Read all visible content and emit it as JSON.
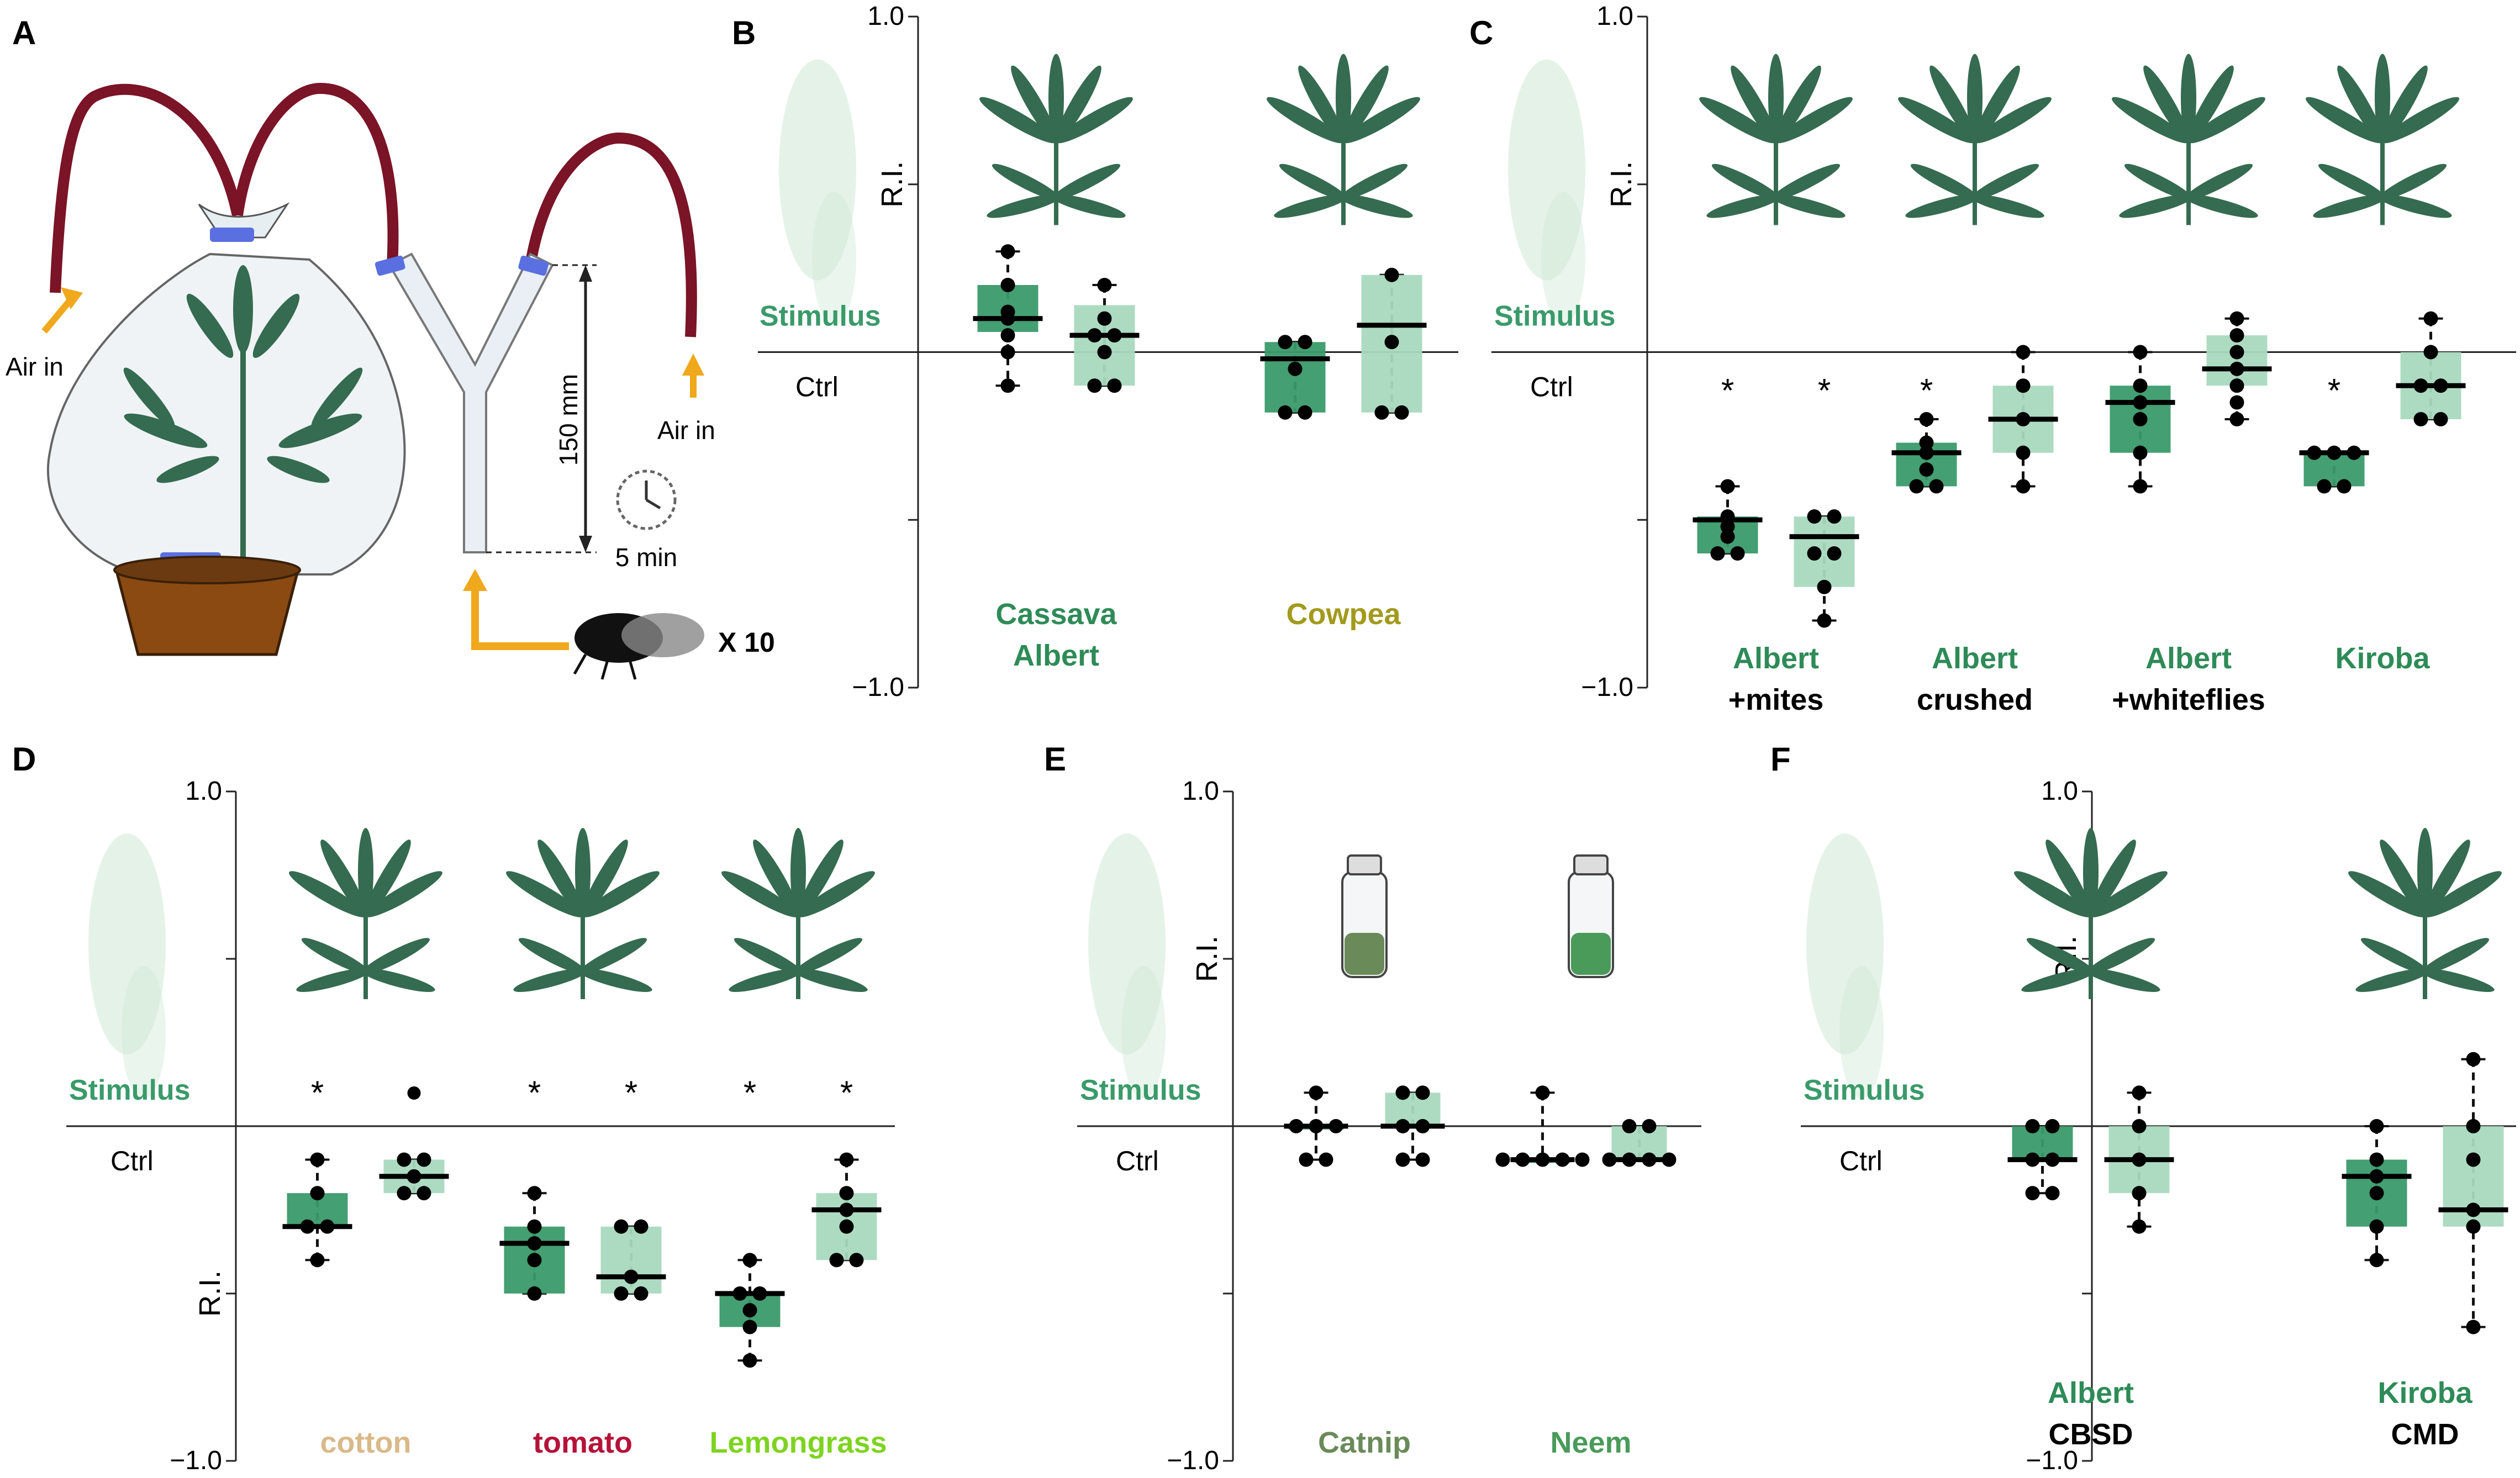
{
  "panel_letters": {
    "A": "A",
    "B": "B",
    "C": "C",
    "D": "D",
    "E": "E",
    "F": "F"
  },
  "panel_a": {
    "air_in_left": "Air in",
    "air_in_right": "Air in",
    "length": "150 mm",
    "time": "5 min",
    "count": "X 10"
  },
  "colors": {
    "dark_green": "#3a9a6a",
    "light_green": "#a9d9bf",
    "label_green": "#2e8b57",
    "cowpea_olive": "#a29a1c",
    "cotton_tan": "#d9b98a",
    "tomato_red": "#b5123a",
    "lemongrass_green": "#7ed321",
    "catnip": "#6b8a5a",
    "neem": "#4a9a5a",
    "tube_red": "#7a1426",
    "arrow_yellow": "#f0a81c",
    "plant_green": "#356b50"
  },
  "axis": {
    "top": "1.0",
    "bottom": "−1.0",
    "ri": "R.I.",
    "ctrl": "Ctrl",
    "stimulus": "Stimulus"
  },
  "chart_data": [
    {
      "panel": "B",
      "type": "box",
      "ylim": [
        -1,
        1
      ],
      "groups": [
        {
          "label_lines": [
            "Cassava",
            "Albert"
          ],
          "label_color": "label_green",
          "boxes": [
            {
              "shade": "dark",
              "q1": 0.06,
              "median": 0.1,
              "q3": 0.2,
              "whisker_low": -0.1,
              "whisker_high": 0.3,
              "points": [
                0.3,
                0.2,
                0.12,
                0.1,
                0.05,
                0.0,
                -0.1
              ],
              "sig": ""
            },
            {
              "shade": "light",
              "q1": -0.1,
              "median": 0.05,
              "q3": 0.14,
              "whisker_low": -0.1,
              "whisker_high": 0.2,
              "points": [
                0.2,
                0.1,
                0.05,
                0.05,
                0.0,
                -0.1,
                -0.1
              ],
              "sig": ""
            }
          ]
        },
        {
          "label_lines": [
            "Cowpea"
          ],
          "label_color": "cowpea_olive",
          "boxes": [
            {
              "shade": "dark",
              "q1": -0.18,
              "median": -0.02,
              "q3": 0.03,
              "whisker_low": -0.18,
              "whisker_high": 0.03,
              "points": [
                0.03,
                0.03,
                -0.05,
                -0.18,
                -0.18
              ],
              "sig": ""
            },
            {
              "shade": "light",
              "q1": -0.18,
              "median": 0.08,
              "q3": 0.23,
              "whisker_low": -0.18,
              "whisker_high": 0.23,
              "points": [
                0.23,
                0.03,
                -0.18,
                -0.18
              ],
              "sig": ""
            }
          ]
        }
      ]
    },
    {
      "panel": "C",
      "type": "box",
      "ylim": [
        -1,
        1
      ],
      "groups": [
        {
          "label_lines": [
            "Albert",
            "+mites"
          ],
          "label_color": "label_green",
          "boxes": [
            {
              "shade": "dark",
              "q1": -0.6,
              "median": -0.5,
              "q3": -0.49,
              "whisker_low": -0.6,
              "whisker_high": -0.4,
              "points": [
                -0.4,
                -0.49,
                -0.52,
                -0.55,
                -0.6,
                -0.6
              ],
              "sig": "*"
            },
            {
              "shade": "light",
              "q1": -0.7,
              "median": -0.55,
              "q3": -0.49,
              "whisker_low": -0.8,
              "whisker_high": -0.49,
              "points": [
                -0.49,
                -0.49,
                -0.6,
                -0.6,
                -0.7,
                -0.8
              ],
              "sig": "*"
            }
          ]
        },
        {
          "label_lines": [
            "Albert",
            "crushed"
          ],
          "label_color": "label_green",
          "boxes": [
            {
              "shade": "dark",
              "q1": -0.4,
              "median": -0.3,
              "q3": -0.27,
              "whisker_low": -0.4,
              "whisker_high": -0.2,
              "points": [
                -0.2,
                -0.27,
                -0.3,
                -0.35,
                -0.4,
                -0.4
              ],
              "sig": "*"
            },
            {
              "shade": "light",
              "q1": -0.3,
              "median": -0.2,
              "q3": -0.1,
              "whisker_low": -0.4,
              "whisker_high": 0.0,
              "points": [
                0.0,
                -0.1,
                -0.2,
                -0.3,
                -0.4
              ],
              "sig": ""
            }
          ]
        },
        {
          "label_lines": [
            "Albert",
            "+whiteflies"
          ],
          "label_color": "label_green",
          "boxes": [
            {
              "shade": "dark",
              "q1": -0.3,
              "median": -0.15,
              "q3": -0.1,
              "whisker_low": -0.4,
              "whisker_high": 0.0,
              "points": [
                0.0,
                -0.1,
                -0.15,
                -0.2,
                -0.3,
                -0.4
              ],
              "sig": ""
            },
            {
              "shade": "light",
              "q1": -0.1,
              "median": -0.05,
              "q3": 0.05,
              "whisker_low": -0.2,
              "whisker_high": 0.1,
              "points": [
                0.1,
                0.05,
                0.0,
                -0.05,
                -0.1,
                -0.15,
                -0.2
              ],
              "sig": ""
            }
          ]
        },
        {
          "label_lines": [
            "Kiroba"
          ],
          "label_color": "label_green",
          "boxes": [
            {
              "shade": "dark",
              "q1": -0.4,
              "median": -0.3,
              "q3": -0.3,
              "whisker_low": -0.4,
              "whisker_high": -0.3,
              "points": [
                -0.3,
                -0.3,
                -0.3,
                -0.4,
                -0.4
              ],
              "sig": "*"
            },
            {
              "shade": "light",
              "q1": -0.2,
              "median": -0.1,
              "q3": 0.0,
              "whisker_low": -0.2,
              "whisker_high": 0.1,
              "points": [
                0.1,
                0.0,
                -0.1,
                -0.1,
                -0.2,
                -0.2
              ],
              "sig": ""
            }
          ]
        }
      ]
    },
    {
      "panel": "D",
      "type": "box",
      "ylim": [
        -1,
        1
      ],
      "groups": [
        {
          "label_lines": [
            "cotton"
          ],
          "label_color": "cotton_tan",
          "boxes": [
            {
              "shade": "dark",
              "q1": -0.3,
              "median": -0.3,
              "q3": -0.2,
              "whisker_low": -0.4,
              "whisker_high": -0.1,
              "points": [
                -0.1,
                -0.2,
                -0.3,
                -0.3,
                -0.4
              ],
              "sig": "*"
            },
            {
              "shade": "light",
              "q1": -0.2,
              "median": -0.15,
              "q3": -0.1,
              "whisker_low": -0.2,
              "whisker_high": -0.1,
              "points": [
                -0.1,
                -0.1,
                -0.15,
                -0.2,
                -0.2
              ],
              "sig": "•"
            }
          ]
        },
        {
          "label_lines": [
            "tomato"
          ],
          "label_color": "tomato_red",
          "boxes": [
            {
              "shade": "dark",
              "q1": -0.5,
              "median": -0.35,
              "q3": -0.3,
              "whisker_low": -0.5,
              "whisker_high": -0.2,
              "points": [
                -0.2,
                -0.3,
                -0.35,
                -0.4,
                -0.5
              ],
              "sig": "*"
            },
            {
              "shade": "light",
              "q1": -0.5,
              "median": -0.45,
              "q3": -0.3,
              "whisker_low": -0.5,
              "whisker_high": -0.3,
              "points": [
                -0.3,
                -0.3,
                -0.45,
                -0.5,
                -0.5
              ],
              "sig": "*"
            }
          ]
        },
        {
          "label_lines": [
            "Lemongrass"
          ],
          "label_color": "lemongrass_green",
          "boxes": [
            {
              "shade": "dark",
              "q1": -0.6,
              "median": -0.5,
              "q3": -0.5,
              "whisker_low": -0.7,
              "whisker_high": -0.4,
              "points": [
                -0.4,
                -0.5,
                -0.5,
                -0.55,
                -0.6,
                -0.7
              ],
              "sig": "*"
            },
            {
              "shade": "light",
              "q1": -0.4,
              "median": -0.25,
              "q3": -0.2,
              "whisker_low": -0.4,
              "whisker_high": -0.1,
              "points": [
                -0.1,
                -0.2,
                -0.25,
                -0.3,
                -0.4,
                -0.4
              ],
              "sig": "*"
            }
          ]
        }
      ]
    },
    {
      "panel": "E",
      "type": "box",
      "ylim": [
        -1,
        1
      ],
      "groups": [
        {
          "label_lines": [
            "Catnip"
          ],
          "label_color": "catnip",
          "boxes": [
            {
              "shade": "dark",
              "q1": 0.0,
              "median": 0.0,
              "q3": 0.0,
              "whisker_low": -0.1,
              "whisker_high": 0.1,
              "points": [
                0.1,
                0.0,
                0.0,
                0.0,
                -0.1,
                -0.1
              ],
              "sig": ""
            },
            {
              "shade": "light",
              "q1": 0.0,
              "median": 0.0,
              "q3": 0.1,
              "whisker_low": -0.1,
              "whisker_high": 0.1,
              "points": [
                0.1,
                0.1,
                0.0,
                0.0,
                -0.1,
                -0.1
              ],
              "sig": ""
            }
          ]
        },
        {
          "label_lines": [
            "Neem"
          ],
          "label_color": "neem",
          "boxes": [
            {
              "shade": "dark",
              "q1": -0.1,
              "median": -0.1,
              "q3": -0.1,
              "whisker_low": -0.1,
              "whisker_high": 0.1,
              "points": [
                0.1,
                -0.1,
                -0.1,
                -0.1,
                -0.1,
                -0.1
              ],
              "sig": ""
            },
            {
              "shade": "light",
              "q1": -0.1,
              "median": -0.1,
              "q3": 0.0,
              "whisker_low": -0.1,
              "whisker_high": 0.0,
              "points": [
                0.0,
                0.0,
                -0.1,
                -0.1,
                -0.1,
                -0.1
              ],
              "sig": ""
            }
          ]
        }
      ]
    },
    {
      "panel": "F",
      "type": "box",
      "ylim": [
        -1,
        1
      ],
      "groups": [
        {
          "label_lines": [
            "Albert",
            "CBSD"
          ],
          "label_color": "label_green",
          "second_line_black": true,
          "boxes": [
            {
              "shade": "dark",
              "q1": -0.1,
              "median": -0.1,
              "q3": 0.0,
              "whisker_low": -0.2,
              "whisker_high": 0.0,
              "points": [
                0.0,
                0.0,
                -0.1,
                -0.1,
                -0.2,
                -0.2
              ],
              "sig": ""
            },
            {
              "shade": "light",
              "q1": -0.2,
              "median": -0.1,
              "q3": 0.0,
              "whisker_low": -0.3,
              "whisker_high": 0.1,
              "points": [
                0.1,
                0.0,
                -0.1,
                -0.2,
                -0.3
              ],
              "sig": ""
            }
          ]
        },
        {
          "label_lines": [
            "Kiroba",
            "CMD"
          ],
          "label_color": "label_green",
          "second_line_black": true,
          "boxes": [
            {
              "shade": "dark",
              "q1": -0.3,
              "median": -0.15,
              "q3": -0.1,
              "whisker_low": -0.4,
              "whisker_high": 0.0,
              "points": [
                0.0,
                -0.1,
                -0.15,
                -0.2,
                -0.3,
                -0.4
              ],
              "sig": ""
            },
            {
              "shade": "light",
              "q1": -0.3,
              "median": -0.25,
              "q3": 0.0,
              "whisker_low": -0.6,
              "whisker_high": 0.2,
              "points": [
                0.2,
                0.0,
                -0.1,
                -0.25,
                -0.3,
                -0.6
              ],
              "sig": ""
            }
          ]
        }
      ]
    }
  ]
}
